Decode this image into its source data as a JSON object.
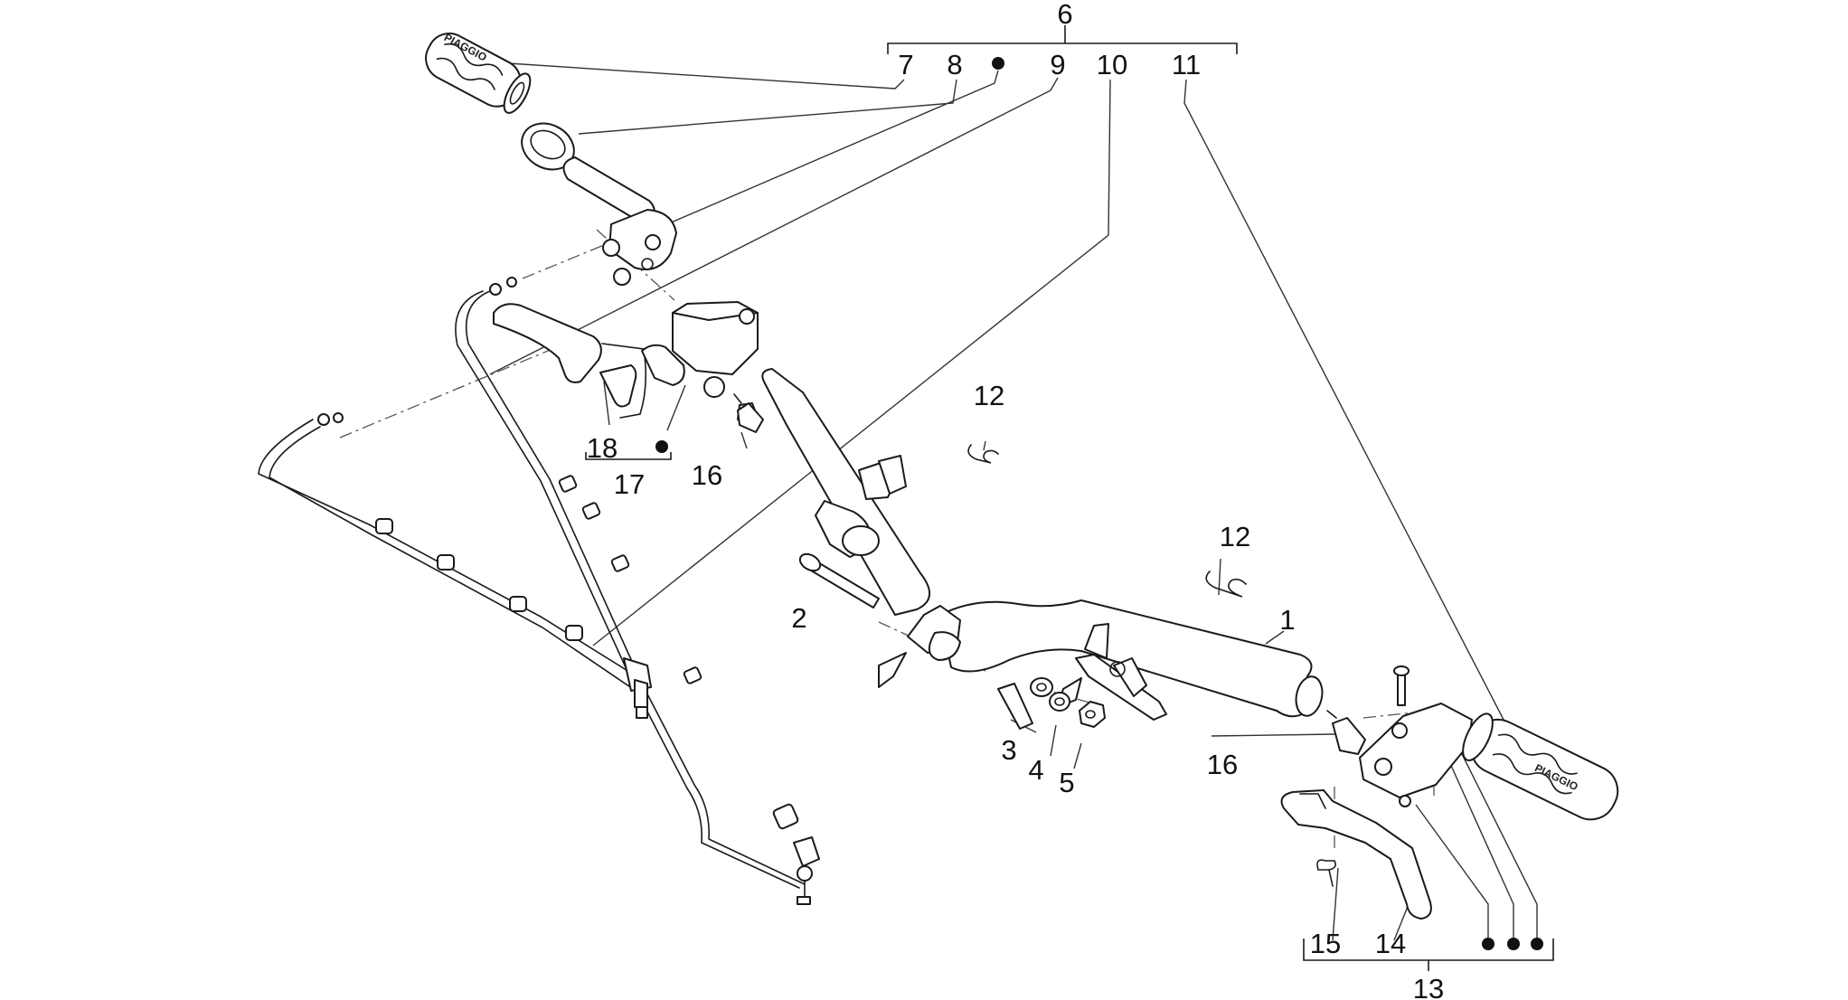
{
  "callouts": {
    "c1": "1",
    "c2": "2",
    "c3": "3",
    "c4": "4",
    "c5": "5",
    "c6": "6",
    "c7": "7",
    "c8": "8",
    "c9": "9",
    "c10": "10",
    "c11": "11",
    "c12a": "12",
    "c12b": "12",
    "c13": "13",
    "c14": "14",
    "c15": "15",
    "c16a": "16",
    "c16b": "16",
    "c17": "17",
    "c18": "18"
  },
  "grip_logo": "PIAGGIO",
  "colors": {
    "line": "#1a1a1a",
    "background": "#ffffff"
  }
}
